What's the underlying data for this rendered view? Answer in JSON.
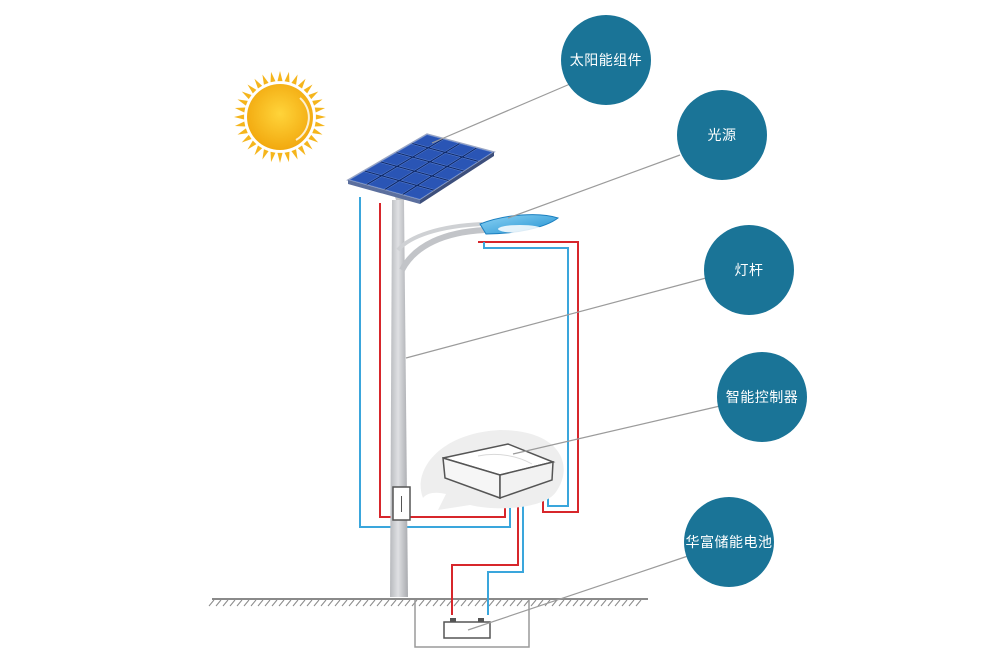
{
  "diagram": {
    "callouts": [
      {
        "id": "solar-panel",
        "label": "太阳能组件"
      },
      {
        "id": "light-source",
        "label": "光源"
      },
      {
        "id": "lamp-pole",
        "label": "灯杆"
      },
      {
        "id": "controller",
        "label": "智能控制器"
      },
      {
        "id": "battery",
        "label": "华富储能电池"
      }
    ],
    "polarity": {
      "plus": "+",
      "minus": "−"
    },
    "colors": {
      "callout_fill": "#1a7497",
      "wire_positive": "#d7262b",
      "wire_negative": "#3aa6dc",
      "sun": "#f5b51c",
      "panel": "#1f3f8f",
      "pole": "#c9cbcf",
      "leader_line": "#9b9b9b"
    }
  }
}
